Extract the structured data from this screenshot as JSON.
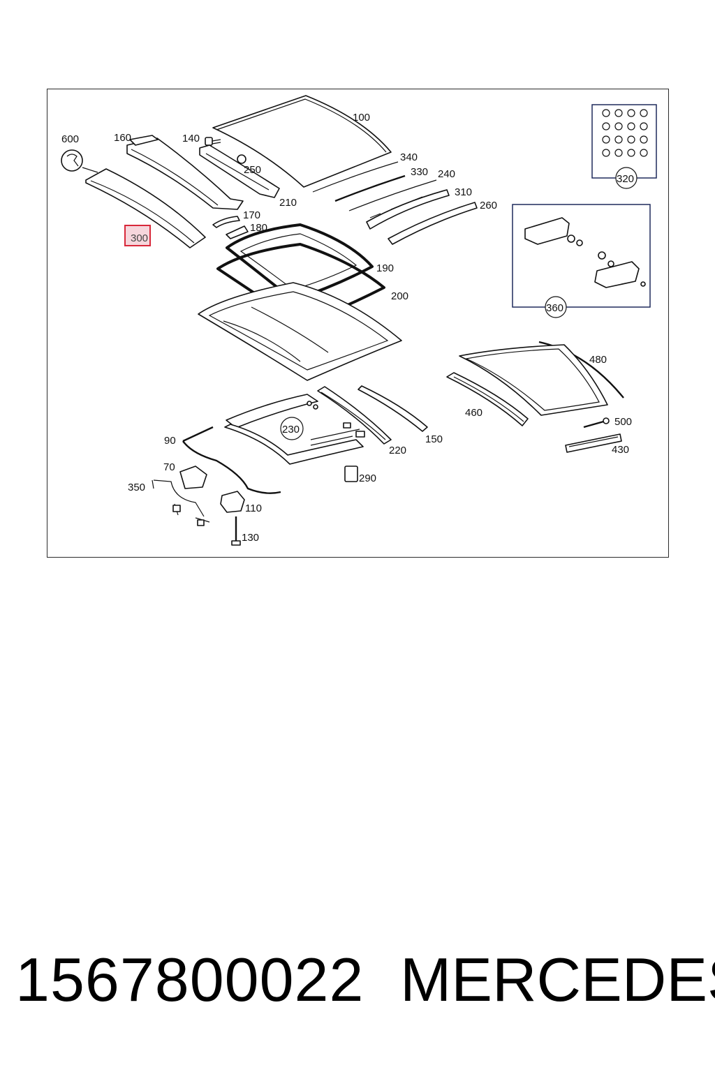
{
  "diagram": {
    "labels": {
      "l100": "100",
      "l140": "140",
      "l160": "160",
      "l170": "170",
      "l180": "180",
      "l190": "190",
      "l200": "200",
      "l210": "210",
      "l240": "240",
      "l250": "250",
      "l260": "260",
      "l300": "300",
      "l310": "310",
      "l320": "320",
      "l330": "330",
      "l340": "340",
      "l360": "360",
      "l600": "600",
      "l480": "480",
      "l460": "460",
      "l500": "500",
      "l430": "430",
      "l230": "230",
      "l150": "150",
      "l220": "220",
      "l290": "290",
      "l90": "90",
      "l70": "70",
      "l350": "350",
      "l110": "110",
      "l130": "130"
    },
    "highlighted_part": "300",
    "highlight_color": "#d8283a",
    "inset_border_color": "#1f2a5c"
  },
  "footer": {
    "part_number": "1567800022",
    "brand": "MERCEDES"
  }
}
